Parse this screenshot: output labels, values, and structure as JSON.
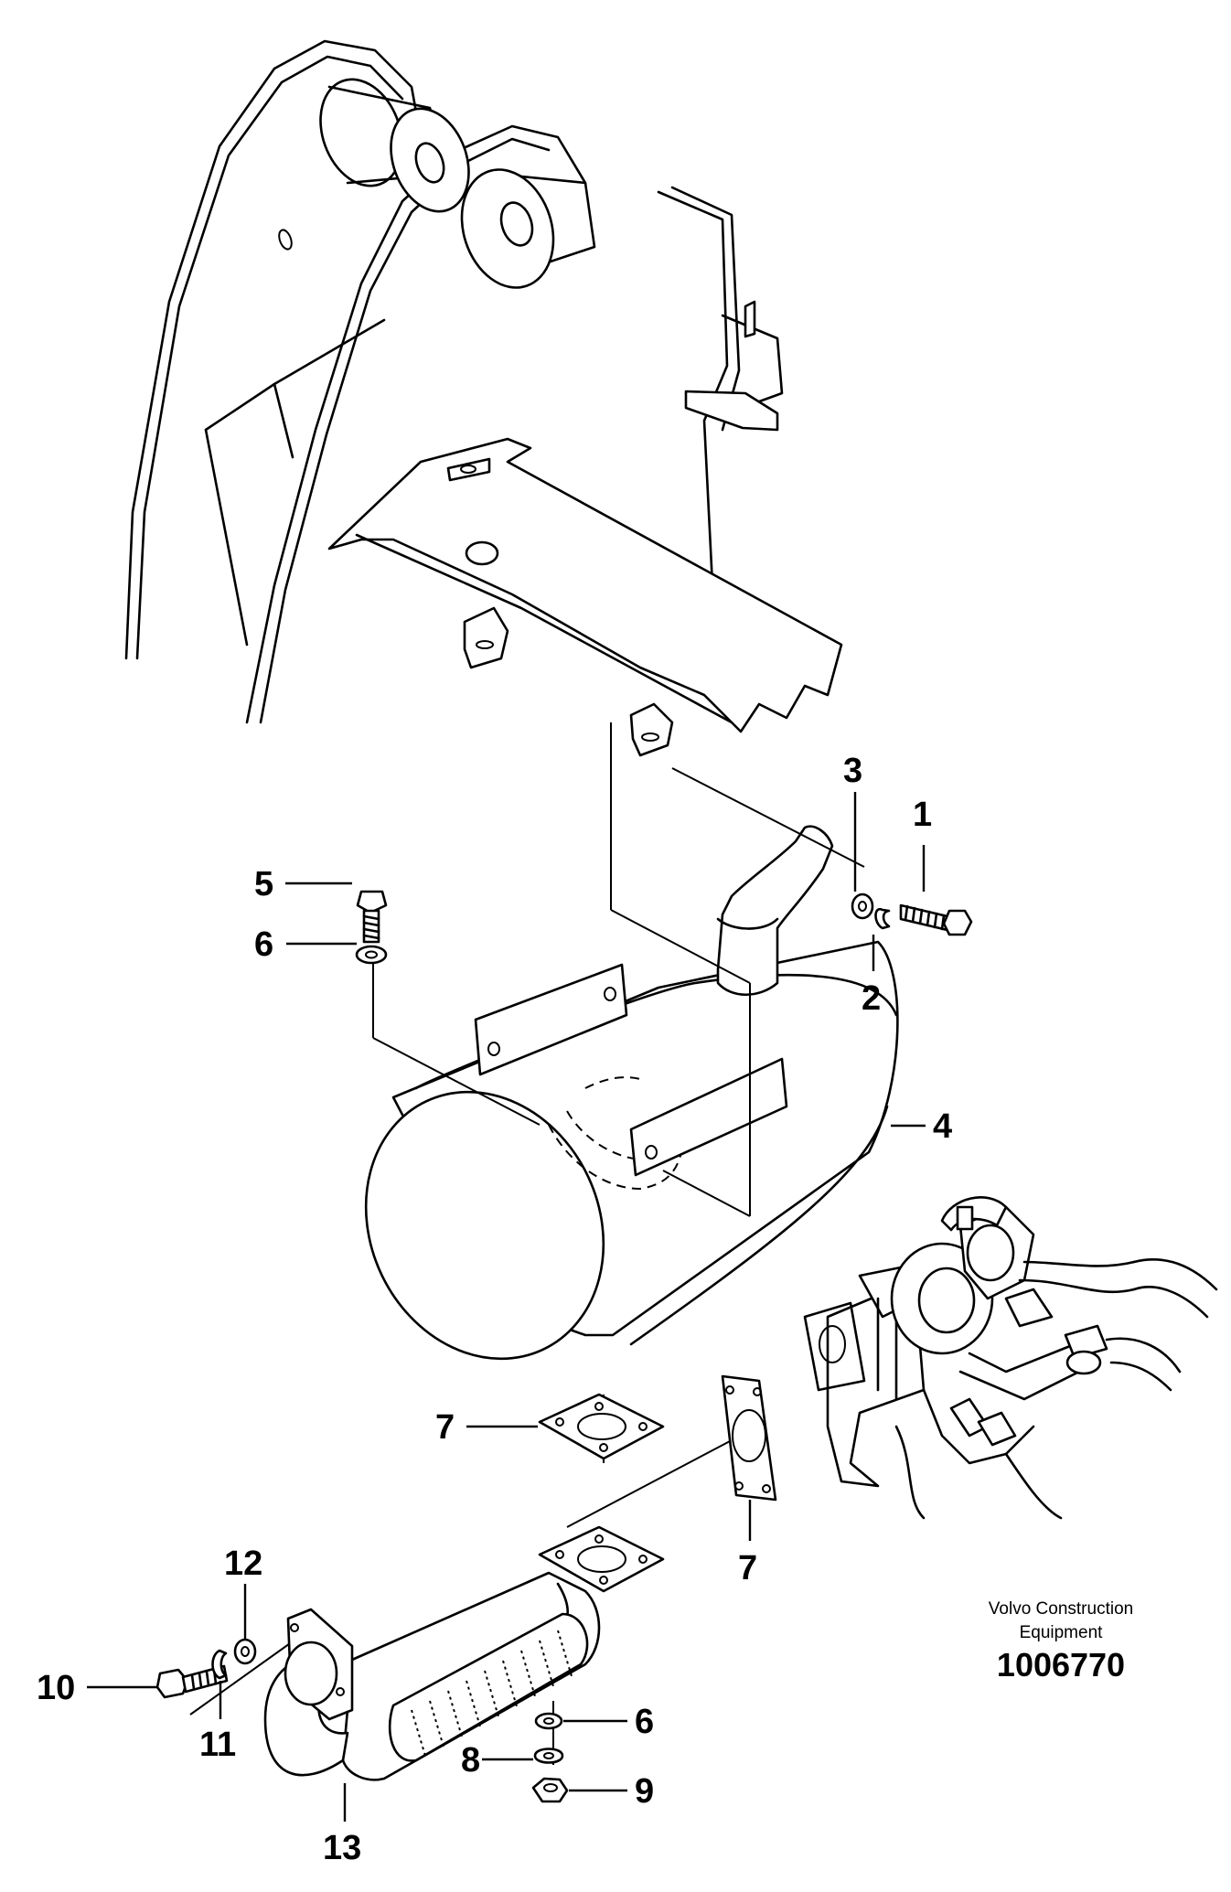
{
  "brand": {
    "line1": "Volvo Construction",
    "line2": "Equipment"
  },
  "illustration_number": "1006770",
  "callouts": {
    "c1": "1",
    "c2": "2",
    "c3": "3",
    "c4": "4",
    "c5": "5",
    "c6a": "6",
    "c6b": "6",
    "c7a": "7",
    "c7b": "7",
    "c8": "8",
    "c9": "9",
    "c10": "10",
    "c11": "11",
    "c12": "12",
    "c13": "13"
  }
}
